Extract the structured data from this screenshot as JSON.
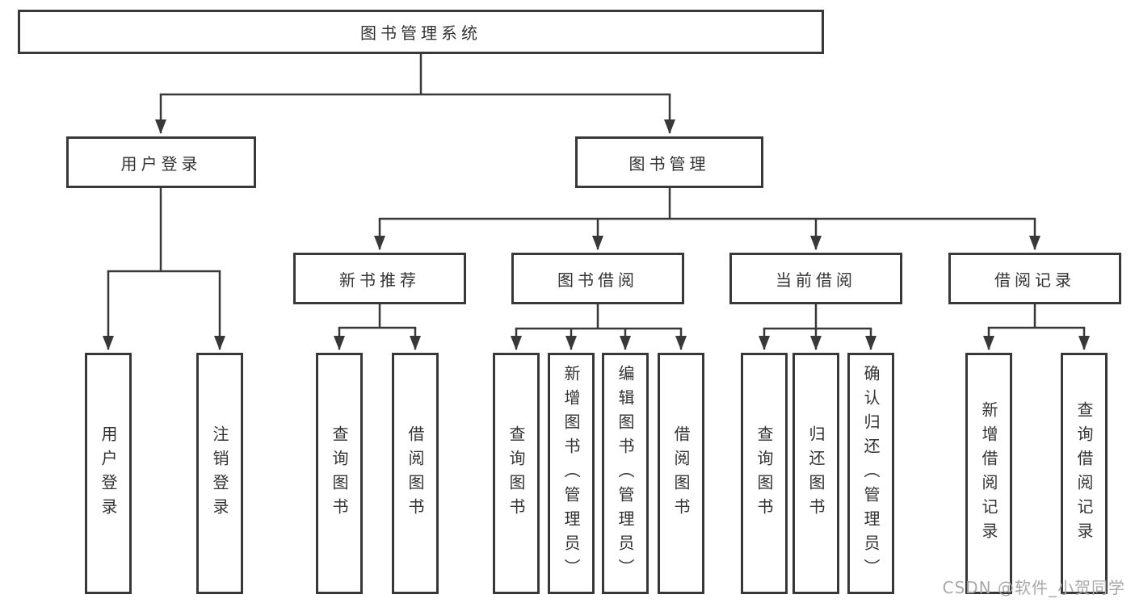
{
  "tree": {
    "label": "图书管理系统",
    "children": [
      {
        "label": "用户登录",
        "children": [
          {
            "label": "用户登录"
          },
          {
            "label": "注销登录"
          }
        ]
      },
      {
        "label": "图书管理",
        "children": [
          {
            "label": "新书推荐",
            "children": [
              {
                "label": "查询图书"
              },
              {
                "label": "借阅图书"
              }
            ]
          },
          {
            "label": "图书借阅",
            "children": [
              {
                "label": "查询图书"
              },
              {
                "label": "新增图书（管理员）"
              },
              {
                "label": "编辑图书（管理员）"
              },
              {
                "label": "借阅图书"
              }
            ]
          },
          {
            "label": "当前借阅",
            "children": [
              {
                "label": "查询图书"
              },
              {
                "label": "归还图书"
              },
              {
                "label": "确认归还（管理员）"
              }
            ]
          },
          {
            "label": "借阅记录",
            "children": [
              {
                "label": "新增借阅记录"
              },
              {
                "label": "查询借阅记录"
              }
            ]
          }
        ]
      }
    ]
  },
  "watermark": "CSDN @软件_小贺同学",
  "colors": {
    "line": "#383838",
    "box_border": "#383838",
    "text": "#333333",
    "watermark": "#a9a9a9",
    "background": "#ffffff"
  }
}
